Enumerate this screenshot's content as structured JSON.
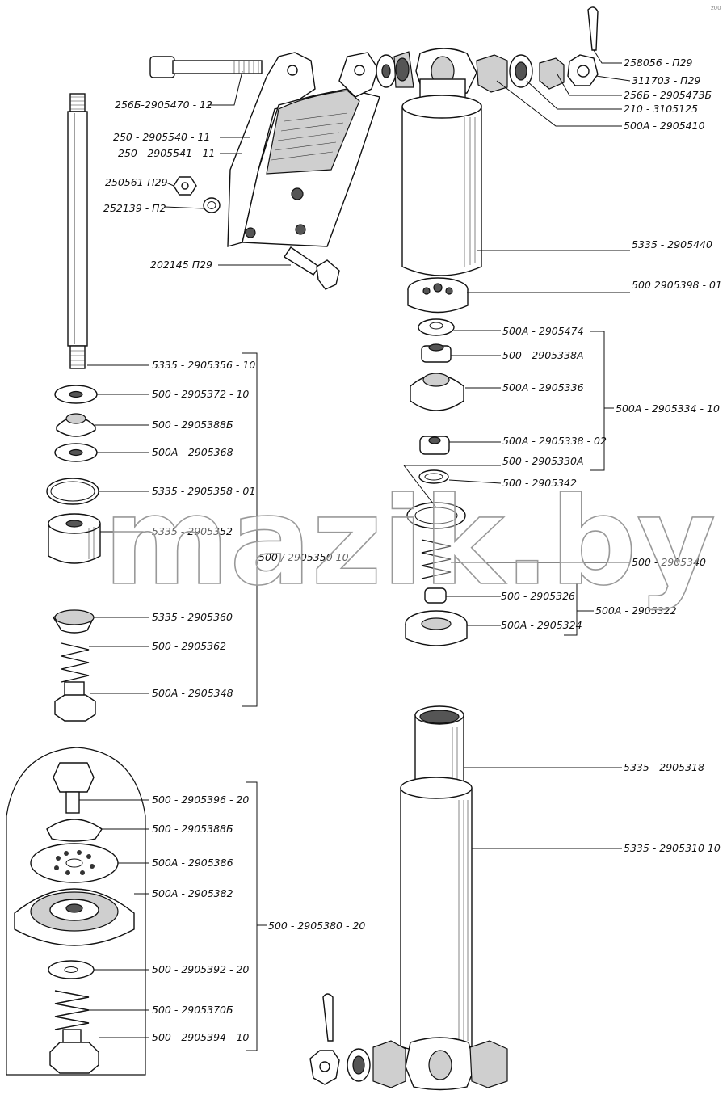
{
  "corner_mark": "z00",
  "watermark": "mazik.by",
  "labels": {
    "l1": "258056 - П29",
    "l2": "311703 - П29",
    "l3": "256Б - 2905473Б",
    "l4": "210 - 3105125",
    "l5": "500А - 2905410",
    "l6": "256Б-2905470 - 12",
    "l7": "250 - 2905540 - 11",
    "l8": "250 - 2905541 - 11",
    "l9": "250561-П29",
    "l10": "252139 - П2",
    "l11": "202145  П29",
    "l12": "5335 - 2905440",
    "l13": "500  2905398 - 01",
    "l14": "500А - 2905474",
    "l15": "500 - 2905338А",
    "l16": "500А - 2905336",
    "l17": "500А - 2905334 - 10",
    "l18": "500А - 2905338 - 02",
    "l19": "500 - 2905330А",
    "l20": "500 - 2905342",
    "l21": "500 - 2905340",
    "l22": "500 - 2905326",
    "l23": "500А - 2905322",
    "l24": "500А - 2905324",
    "l25": "5335 - 2905356 - 10",
    "l26": "500 - 2905372 - 10",
    "l27": "500 - 2905388Б",
    "l28": "500А - 2905368",
    "l29": "5335 - 2905358 - 01",
    "l30": "5335 - 2905352",
    "l31": "500 / 2905350 10",
    "l32": "5335 - 2905360",
    "l33": "500 - 2905362",
    "l34": "500А - 2905348",
    "l35": "500 - 2905396 - 20",
    "l36": "500 - 2905388Б",
    "l37": "500А - 2905386",
    "l38": "500А - 2905382",
    "l39": "500 - 2905380 - 20",
    "l40": "500 - 2905392 - 20",
    "l41": "500 - 2905370Б",
    "l42": "500 - 2905394 - 10",
    "l43": "5335 - 2905318",
    "l44": "5335 - 2905310  10"
  }
}
